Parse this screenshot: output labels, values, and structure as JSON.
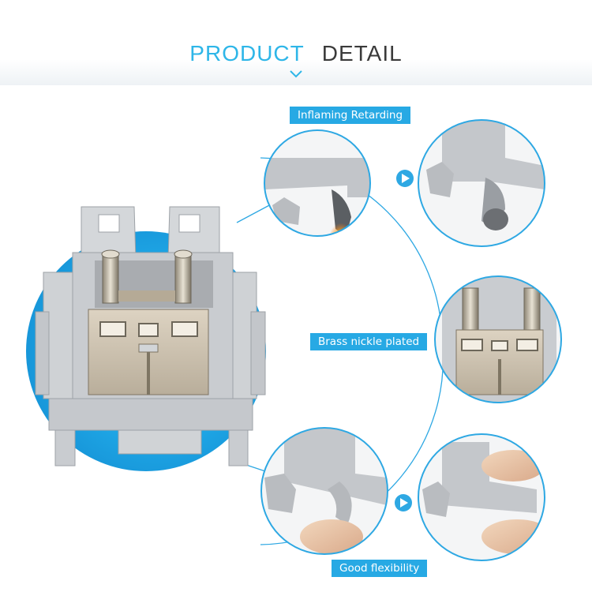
{
  "header": {
    "title_part1": "PRODUCT",
    "title_part2": "DETAIL"
  },
  "labels": {
    "inflaming": "Inflaming Retarding",
    "brass": "Brass nickle plated",
    "flexibility": "Good flexibility"
  },
  "colors": {
    "accent": "#27a9e4",
    "title_blue": "#2eb6e8",
    "title_dark": "#3a3a3a",
    "housing": "#c9ccd0"
  }
}
